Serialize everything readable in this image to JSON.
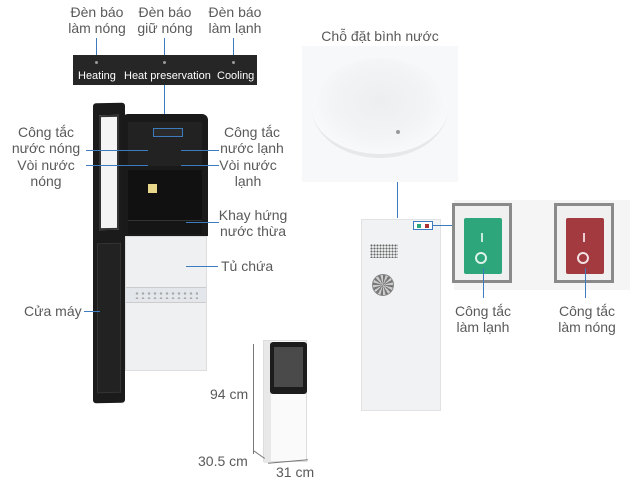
{
  "indicators": {
    "heating_label": "Đèn báo\nlàm nóng",
    "heating_l1": "Đèn báo",
    "heating_l2": "làm nóng",
    "preserve_l1": "Đèn báo",
    "preserve_l2": "giữ nóng",
    "cooling_l1": "Đèn báo",
    "cooling_l2": "làm lạnh",
    "strip": {
      "heating": "Heating",
      "preserve": "Heat preservation",
      "cooling": "Cooling"
    }
  },
  "front_labels": {
    "hot_switch_l1": "Công tắc",
    "hot_switch_l2": "nước nóng",
    "hot_tap_l1": "Vòi nước",
    "hot_tap_l2": "nóng",
    "cold_switch_l1": "Công tắc",
    "cold_switch_l2": "nước lạnh",
    "cold_tap_l1": "Vòi nước",
    "cold_tap_l2": "lạnh",
    "drip_tray_l1": "Khay hứng",
    "drip_tray_l2": "nước thừa",
    "cabinet": "Tủ chứa",
    "door": "Cửa máy"
  },
  "bottle_seat": "Chỗ đặt bình nước",
  "rear_switches": {
    "cooling_l1": "Công tắc",
    "cooling_l2": "làm lạnh",
    "heating_l1": "Công tắc",
    "heating_l2": "làm nóng",
    "cooling_color": "#2ca67a",
    "heating_color": "#a33a3f"
  },
  "dimensions": {
    "height": "94 cm",
    "depth": "30.5 cm",
    "width": "31 cm"
  },
  "colors": {
    "leader_line": "#3d7bbf",
    "label_text": "#5a5a5a"
  }
}
